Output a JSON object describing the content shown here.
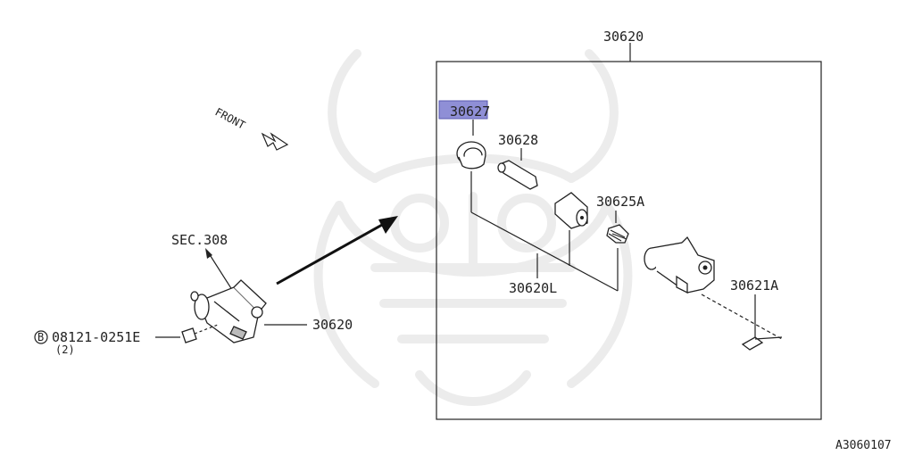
{
  "labels": {
    "front": "FRONT",
    "sec": "SEC.308",
    "bolt": "08121-0251E",
    "bolt_marker": "B",
    "bolt_qty": "(2)",
    "left_cylinder": "30620",
    "box_title": "30620",
    "p30627": "30627",
    "p30628": "30628",
    "p30625a": "30625A",
    "p30620l": "30620L",
    "p30621a": "30621A",
    "ref": "A3060107"
  },
  "highlight": {
    "part": "30627",
    "color": "#8f8fd6"
  }
}
